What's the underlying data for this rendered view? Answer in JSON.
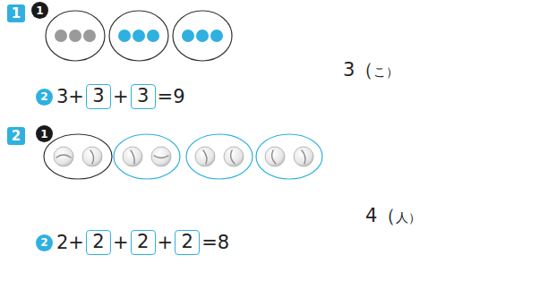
{
  "diagram": {
    "nodes": [
      {
        "text": [
          "1"
        ]
      },
      {
        "text": [
          "1"
        ]
      },
      {
        "text": [
          "2"
        ]
      },
      {
        "text": [
          "3"
        ]
      },
      {
        "text": [
          "3"
        ]
      },
      {
        "text": [
          "2"
        ]
      },
      {
        "text": [
          "1"
        ]
      },
      {
        "text": [
          "2"
        ]
      },
      {
        "text": [
          "2"
        ]
      },
      {
        "text": [
          "2"
        ]
      },
      {
        "text": [
          "2"
        ]
      }
    ],
    "labels": [
      "3（こ）",
      "3+",
      "+",
      "=9",
      "4（人）",
      "2+",
      "+",
      "+",
      "=8"
    ]
  }
}
